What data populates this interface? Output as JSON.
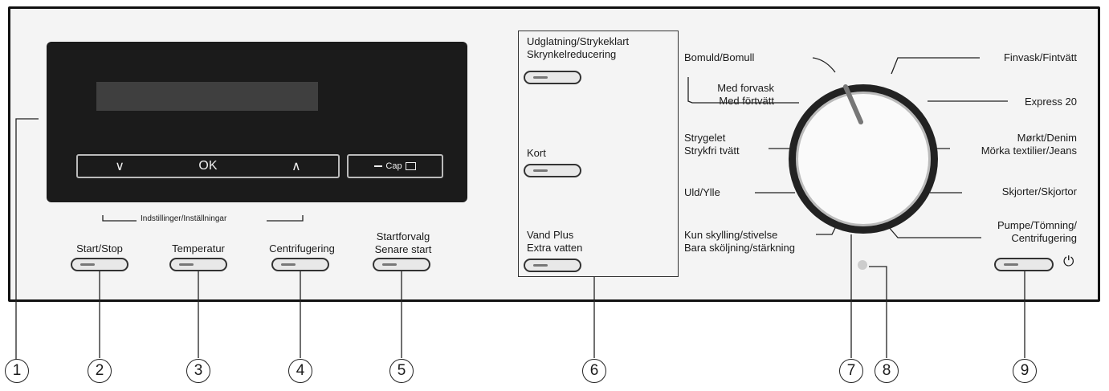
{
  "display": {
    "nav_down": "∨",
    "nav_ok": "OK",
    "nav_up": "∧",
    "cap_label": "Cap"
  },
  "settings_label": "Indstillinger/Inställningar",
  "buttons": {
    "start_stop": "Start/Stop",
    "temperatur": "Temperatur",
    "centrifugering": "Centrifugering",
    "startforvalg_1": "Startforvalg",
    "startforvalg_2": "Senare start"
  },
  "options": {
    "udglatning_1": "Udglatning/Strykeklart",
    "udglatning_2": "Skrynkelreducering",
    "kort": "Kort",
    "vand_plus_1": "Vand Plus",
    "vand_plus_2": "Extra vatten"
  },
  "programs_left": {
    "bomuld": "Bomuld/Bomull",
    "med_forvask_1": "Med forvask",
    "med_forvask_2": "Med förtvätt",
    "strygelet_1": "Strygelet",
    "strygelet_2": "Strykfri tvätt",
    "uld": "Uld/Ylle",
    "kun_skylling_1": "Kun skylling/stivelse",
    "kun_skylling_2": "Bara sköljning/stärkning"
  },
  "programs_right": {
    "finvask": "Finvask/Fintvätt",
    "express": "Express 20",
    "morkt_1": "Mørkt/Denim",
    "morkt_2": "Mörka textilier/Jeans",
    "skjorter": "Skjorter/Skjortor",
    "pumpe_1": "Pumpe/Tömning/",
    "pumpe_2": "Centrifugering"
  },
  "power_symbol": "⏻",
  "callouts": [
    "1",
    "2",
    "3",
    "4",
    "5",
    "6",
    "7",
    "8",
    "9"
  ]
}
